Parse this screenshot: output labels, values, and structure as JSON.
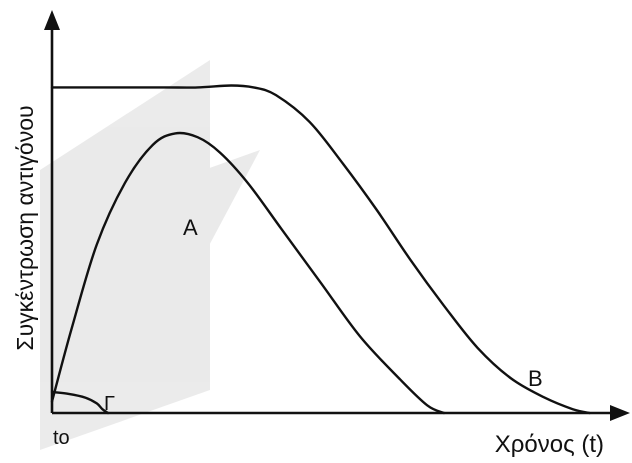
{
  "chart_data": {
    "type": "line",
    "title": "",
    "xlabel": "Χρόνος (t)",
    "ylabel": "Συγκέντρωση αντιγόνου",
    "x_tick_label": "to",
    "xlim": [
      0,
      10
    ],
    "ylim": [
      0,
      10
    ],
    "grid": false,
    "legend": "none",
    "curve_labels": [
      {
        "series": "A",
        "text": "A"
      },
      {
        "series": "B",
        "text": "B"
      },
      {
        "series": "Г",
        "text": "Г"
      }
    ],
    "series": [
      {
        "name": "A",
        "x": [
          0,
          0.35,
          0.8,
          1.3,
          1.8,
          2.2,
          2.6,
          3.0,
          3.5,
          4.1,
          4.8,
          5.5,
          6.2,
          6.7,
          7.0
        ],
        "y": [
          0.3,
          2.2,
          4.4,
          6.0,
          7.0,
          7.3,
          7.2,
          6.8,
          6.0,
          4.8,
          3.4,
          2.0,
          0.9,
          0.2,
          0
        ]
      },
      {
        "name": "B",
        "x": [
          0,
          1.0,
          2.0,
          2.6,
          3.2,
          3.6,
          4.0,
          4.6,
          5.2,
          5.8,
          6.4,
          7.0,
          7.6,
          8.2,
          8.8,
          9.3,
          9.6
        ],
        "y": [
          8.5,
          8.5,
          8.5,
          8.5,
          8.55,
          8.5,
          8.3,
          7.6,
          6.5,
          5.3,
          4.0,
          2.8,
          1.7,
          0.9,
          0.4,
          0.1,
          0
        ]
      },
      {
        "name": "Г",
        "x": [
          0,
          0.3,
          0.6,
          0.8,
          0.9,
          1.0
        ],
        "y": [
          0.55,
          0.5,
          0.4,
          0.25,
          0.1,
          0
        ]
      }
    ]
  }
}
